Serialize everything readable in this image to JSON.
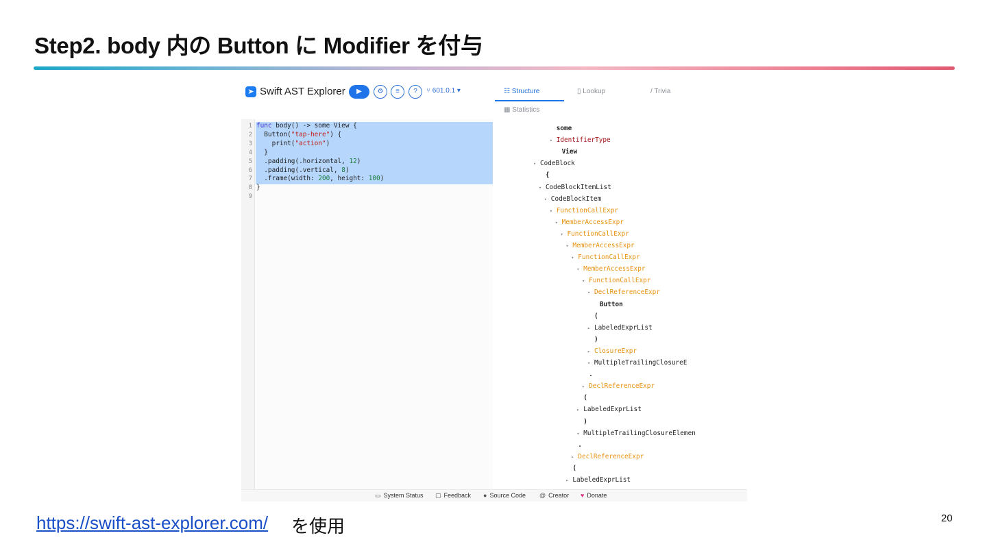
{
  "slide": {
    "title": "Step2. body 内の Button に Modifier を付与",
    "link": "https://swift-ast-explorer.com/",
    "link_suffix": "を使用",
    "page_number": "20"
  },
  "app": {
    "title": "Swift AST Explorer",
    "version": "601.0.1",
    "tabs": [
      "Structure",
      "Lookup",
      "Trivia",
      "Statistics"
    ]
  },
  "editor": {
    "line_numbers": [
      "1",
      "2",
      "3",
      "4",
      "5",
      "6",
      "7",
      "8",
      "9"
    ],
    "lines": [
      "func body() -> some View {",
      "  Button(\"tap-here\") {",
      "    print(\"action\")",
      "  }",
      "  .padding(.horizontal, 12)",
      "  .padding(.vertical, 8)",
      "  .frame(width: 200, height: 100)",
      "}",
      ""
    ]
  },
  "tree_nodes": [
    {
      "text": "some",
      "style": "bold",
      "caret": ""
    },
    {
      "text": "IdentifierType",
      "style": "red",
      "caret": "▾"
    },
    {
      "text": "View",
      "style": "bold",
      "caret": ""
    },
    {
      "text": "CodeBlock",
      "style": "plain",
      "caret": "▾"
    },
    {
      "text": "{",
      "style": "bold",
      "caret": ""
    },
    {
      "text": "CodeBlockItemList",
      "style": "plain",
      "caret": "▾"
    },
    {
      "text": "CodeBlockItem",
      "style": "plain",
      "caret": "▾"
    },
    {
      "text": "FunctionCallExpr",
      "style": "orange",
      "caret": "▾"
    },
    {
      "text": "MemberAccessExpr",
      "style": "orange",
      "caret": "▾"
    },
    {
      "text": "FunctionCallExpr",
      "style": "orange",
      "caret": "▾"
    },
    {
      "text": "MemberAccessExpr",
      "style": "orange",
      "caret": "▾"
    },
    {
      "text": "FunctionCallExpr",
      "style": "orange",
      "caret": "▾"
    },
    {
      "text": "MemberAccessExpr",
      "style": "orange",
      "caret": "▾"
    },
    {
      "text": "FunctionCallExpr",
      "style": "orange",
      "caret": "▾"
    },
    {
      "text": "DeclReferenceExpr",
      "style": "orange",
      "caret": "▾"
    },
    {
      "text": "Button",
      "style": "bold",
      "caret": ""
    },
    {
      "text": "(",
      "style": "bold",
      "caret": ""
    },
    {
      "text": "LabeledExprList",
      "style": "plain",
      "caret": "▸"
    },
    {
      "text": ")",
      "style": "bold",
      "caret": ""
    },
    {
      "text": "ClosureExpr",
      "style": "orange",
      "caret": "▸"
    },
    {
      "text": "MultipleTrailingClosureE",
      "style": "plain",
      "caret": "▾"
    },
    {
      "text": ".",
      "style": "bold",
      "caret": ""
    },
    {
      "text": "DeclReferenceExpr",
      "style": "orange",
      "caret": "▸"
    },
    {
      "text": "(",
      "style": "bold",
      "caret": ""
    },
    {
      "text": "LabeledExprList",
      "style": "plain",
      "caret": "▸"
    },
    {
      "text": ")",
      "style": "bold",
      "caret": ""
    },
    {
      "text": "MultipleTrailingClosureElemen",
      "style": "plain",
      "caret": "▾"
    },
    {
      "text": ".",
      "style": "bold",
      "caret": ""
    },
    {
      "text": "DeclReferenceExpr",
      "style": "orange",
      "caret": "▸"
    },
    {
      "text": "(",
      "style": "bold",
      "caret": ""
    },
    {
      "text": "LabeledExprList",
      "style": "plain",
      "caret": "▸"
    }
  ],
  "footer": {
    "items": [
      "System Status",
      "Feedback",
      "Source Code",
      "Creator",
      "Donate"
    ]
  }
}
